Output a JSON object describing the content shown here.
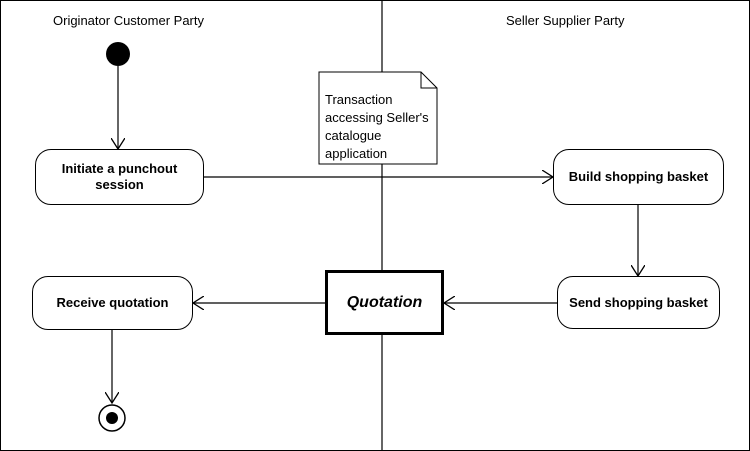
{
  "lanes": {
    "left_title": "Originator Customer Party",
    "right_title": "Seller Supplier Party"
  },
  "actions": {
    "initiate": "Initiate a punchout session",
    "build": "Build shopping basket",
    "send": "Send shopping basket",
    "receive": "Receive quotation"
  },
  "object_node": "Quotation",
  "note": {
    "line1": "Transaction",
    "line2": "accessing Seller's",
    "line3": "catalogue",
    "line4": "application"
  }
}
